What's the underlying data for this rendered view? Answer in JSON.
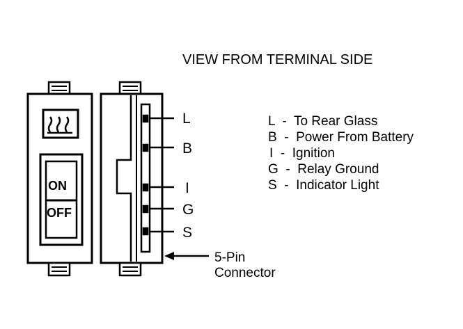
{
  "title": "VIEW FROM TERMINAL SIDE",
  "switch_front": {
    "on_label": "ON",
    "off_label": "OFF",
    "icon": "rear-defrost-icon"
  },
  "pins": [
    "L",
    "B",
    "I",
    "G",
    "S"
  ],
  "legend": [
    "L  -  To Rear Glass",
    "B  -  Power From Battery",
    "I  -  Ignition",
    "G  -  Relay Ground",
    "S  -  Indicator Light"
  ],
  "connector_label_line1": "5-Pin",
  "connector_label_line2": "Connector"
}
